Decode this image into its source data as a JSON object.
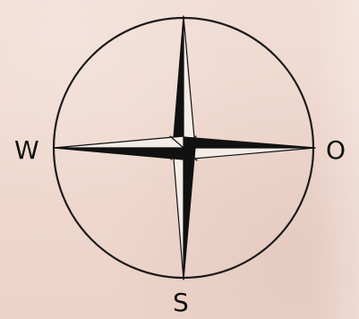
{
  "compass": {
    "labels": {
      "west": "W",
      "east": "O",
      "south": "S"
    },
    "colors": {
      "paper": "#efd9d0",
      "ink": "#111111",
      "outline": "#1b1b1b"
    }
  }
}
